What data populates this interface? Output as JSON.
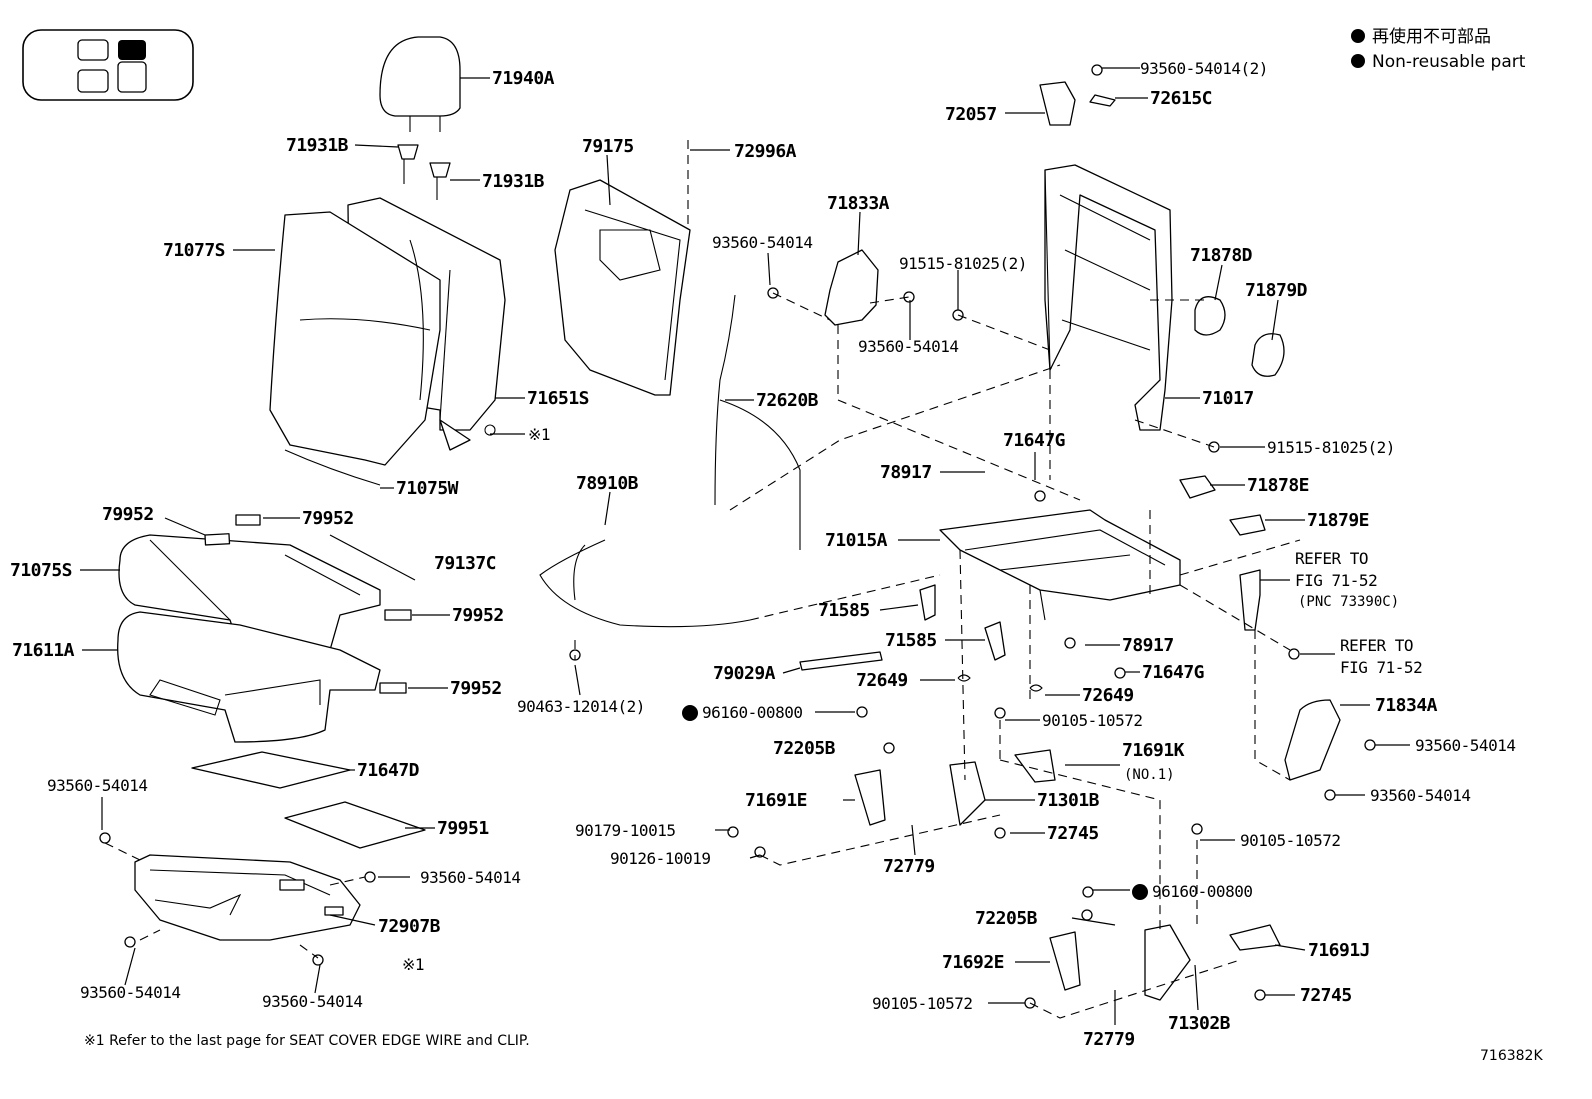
{
  "legend": {
    "jp": "再使用不可部品",
    "en": "Non-reusable part"
  },
  "footnote": "※1 Refer to the last page for SEAT COVER EDGE WIRE and CLIP.",
  "figure_code": "716382K",
  "labels": {
    "l71940A": "71940A",
    "l71931B_a": "71931B",
    "l71931B_b": "71931B",
    "l71077S": "71077S",
    "l71651S": "71651S",
    "l_x1_a": "※1",
    "l71075W": "71075W",
    "l79175": "79175",
    "l72996A": "72996A",
    "l93560_54014_a": "93560-54014",
    "l71833A": "71833A",
    "l93560_54014_b": "93560-54014",
    "l91515_81025_a": "91515-81025(2)",
    "l72620B": "72620B",
    "l93560_54014_2": "93560-54014(2)",
    "l72057": "72057",
    "l72615C": "72615C",
    "l71878D": "71878D",
    "l71879D": "71879D",
    "l71017": "71017",
    "l91515_81025_b": "91515-81025(2)",
    "l71647G_a": "71647G",
    "l78917_a": "78917",
    "l71878E": "71878E",
    "l71879E": "71879E",
    "l71015A": "71015A",
    "l78910B": "78910B",
    "l79952_a": "79952",
    "l79952_b": "79952",
    "l79137C": "79137C",
    "l71075S": "71075S",
    "l79952_c": "79952",
    "l71611A": "71611A",
    "l79952_d": "79952",
    "l90463": "90463-12014(2)",
    "l71585_a": "71585",
    "l71585_b": "71585",
    "l78917_b": "78917",
    "l71647G_b": "71647G",
    "l79029A": "79029A",
    "l72649_a": "72649",
    "l72649_b": "72649",
    "l96160_a": "96160-00800",
    "l90105_a": "90105-10572",
    "l72205B_a": "72205B",
    "l71691K": "71691K",
    "l_no1": "(NO.1)",
    "l71647D": "71647D",
    "l93560_54014_c": "93560-54014",
    "l71691E": "71691E",
    "l71301B": "71301B",
    "l79951": "79951",
    "l90179": "90179-10015",
    "l72745_a": "72745",
    "l90126": "90126-10019",
    "l72779_a": "72779",
    "l93560_54014_d": "93560-54014",
    "l90105_b": "90105-10572",
    "l72907B": "72907B",
    "l96160_b": "96160-00800",
    "l72205B_b": "72205B",
    "l71692E": "71692E",
    "l71691J": "71691J",
    "l93560_54014_e": "93560-54014",
    "l93560_54014_f": "93560-54014",
    "l_x1_b": "※1",
    "l90105_c": "90105-10572",
    "l72745_b": "72745",
    "l72779_b": "72779",
    "l71302B": "71302B",
    "l71834A": "71834A",
    "l93560_54014_g": "93560-54014",
    "l93560_54014_h": "93560-54014",
    "refer1_a": "REFER TO",
    "refer1_b": "FIG 71-52",
    "refer1_c": "(PNC 73390C)",
    "refer2_a": "REFER TO",
    "refer2_b": "FIG 71-52"
  }
}
